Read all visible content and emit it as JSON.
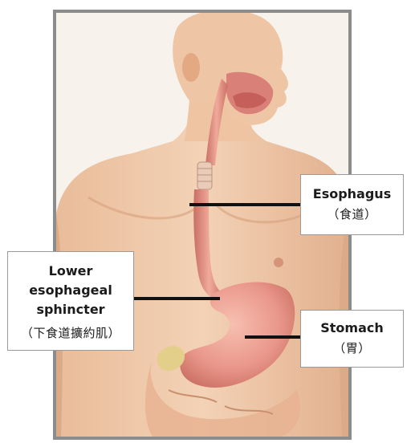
{
  "labels": {
    "esophagus": {
      "name": "Esophagus",
      "chinese": "（食道）"
    },
    "stomach": {
      "name": "Stomach",
      "chinese": "（胃）"
    },
    "lower_esophageal_sphincter": {
      "name_line1": "Lower",
      "name_line2": "esophageal",
      "name_line3": "sphincter",
      "chinese": "（下食道擴約肌）"
    }
  },
  "colors": {
    "skin": "#f0c9a8",
    "skin_shadow": "#d9a582",
    "esophagus": "#e7998c",
    "stomach": "#ec9f8d",
    "leader_line": "#111111",
    "frame": "#8c8c8c"
  }
}
